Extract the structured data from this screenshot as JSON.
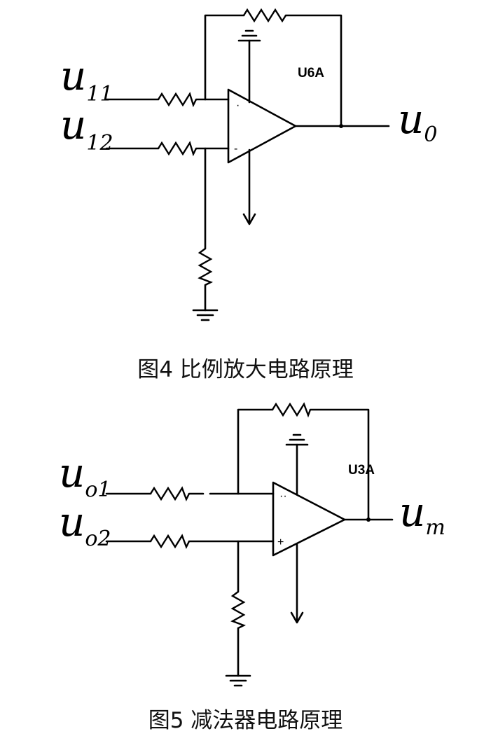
{
  "figure4": {
    "caption": "图4  比例放大电路原理",
    "part_label": "U6A",
    "inputs": [
      {
        "var": "u",
        "sub": "11"
      },
      {
        "var": "u",
        "sub": "12"
      }
    ],
    "output": {
      "var": "u",
      "sub": "0"
    },
    "pins": {
      "top": "·",
      "bottom": "-"
    }
  },
  "figure5": {
    "caption": "图5  减法器电路原理",
    "part_label": "U3A",
    "inputs": [
      {
        "var": "u",
        "sub_i": "o",
        "sub": "1"
      },
      {
        "var": "u",
        "sub_i": "o",
        "sub": "2"
      }
    ],
    "output": {
      "var": "u",
      "sub_i": "m"
    },
    "pins": {
      "top": "··",
      "bottom": "+"
    }
  }
}
